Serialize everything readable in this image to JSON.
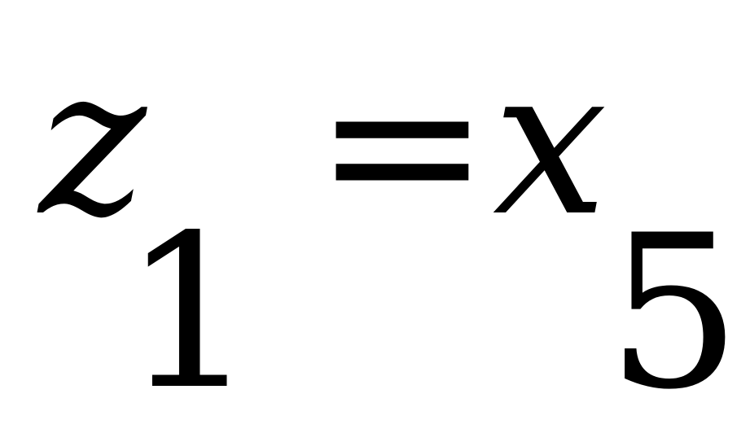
{
  "equation": {
    "lhs_variable": "z",
    "lhs_subscript": "1",
    "operator": "=",
    "rhs_variable": "x",
    "rhs_subscript": "5"
  }
}
